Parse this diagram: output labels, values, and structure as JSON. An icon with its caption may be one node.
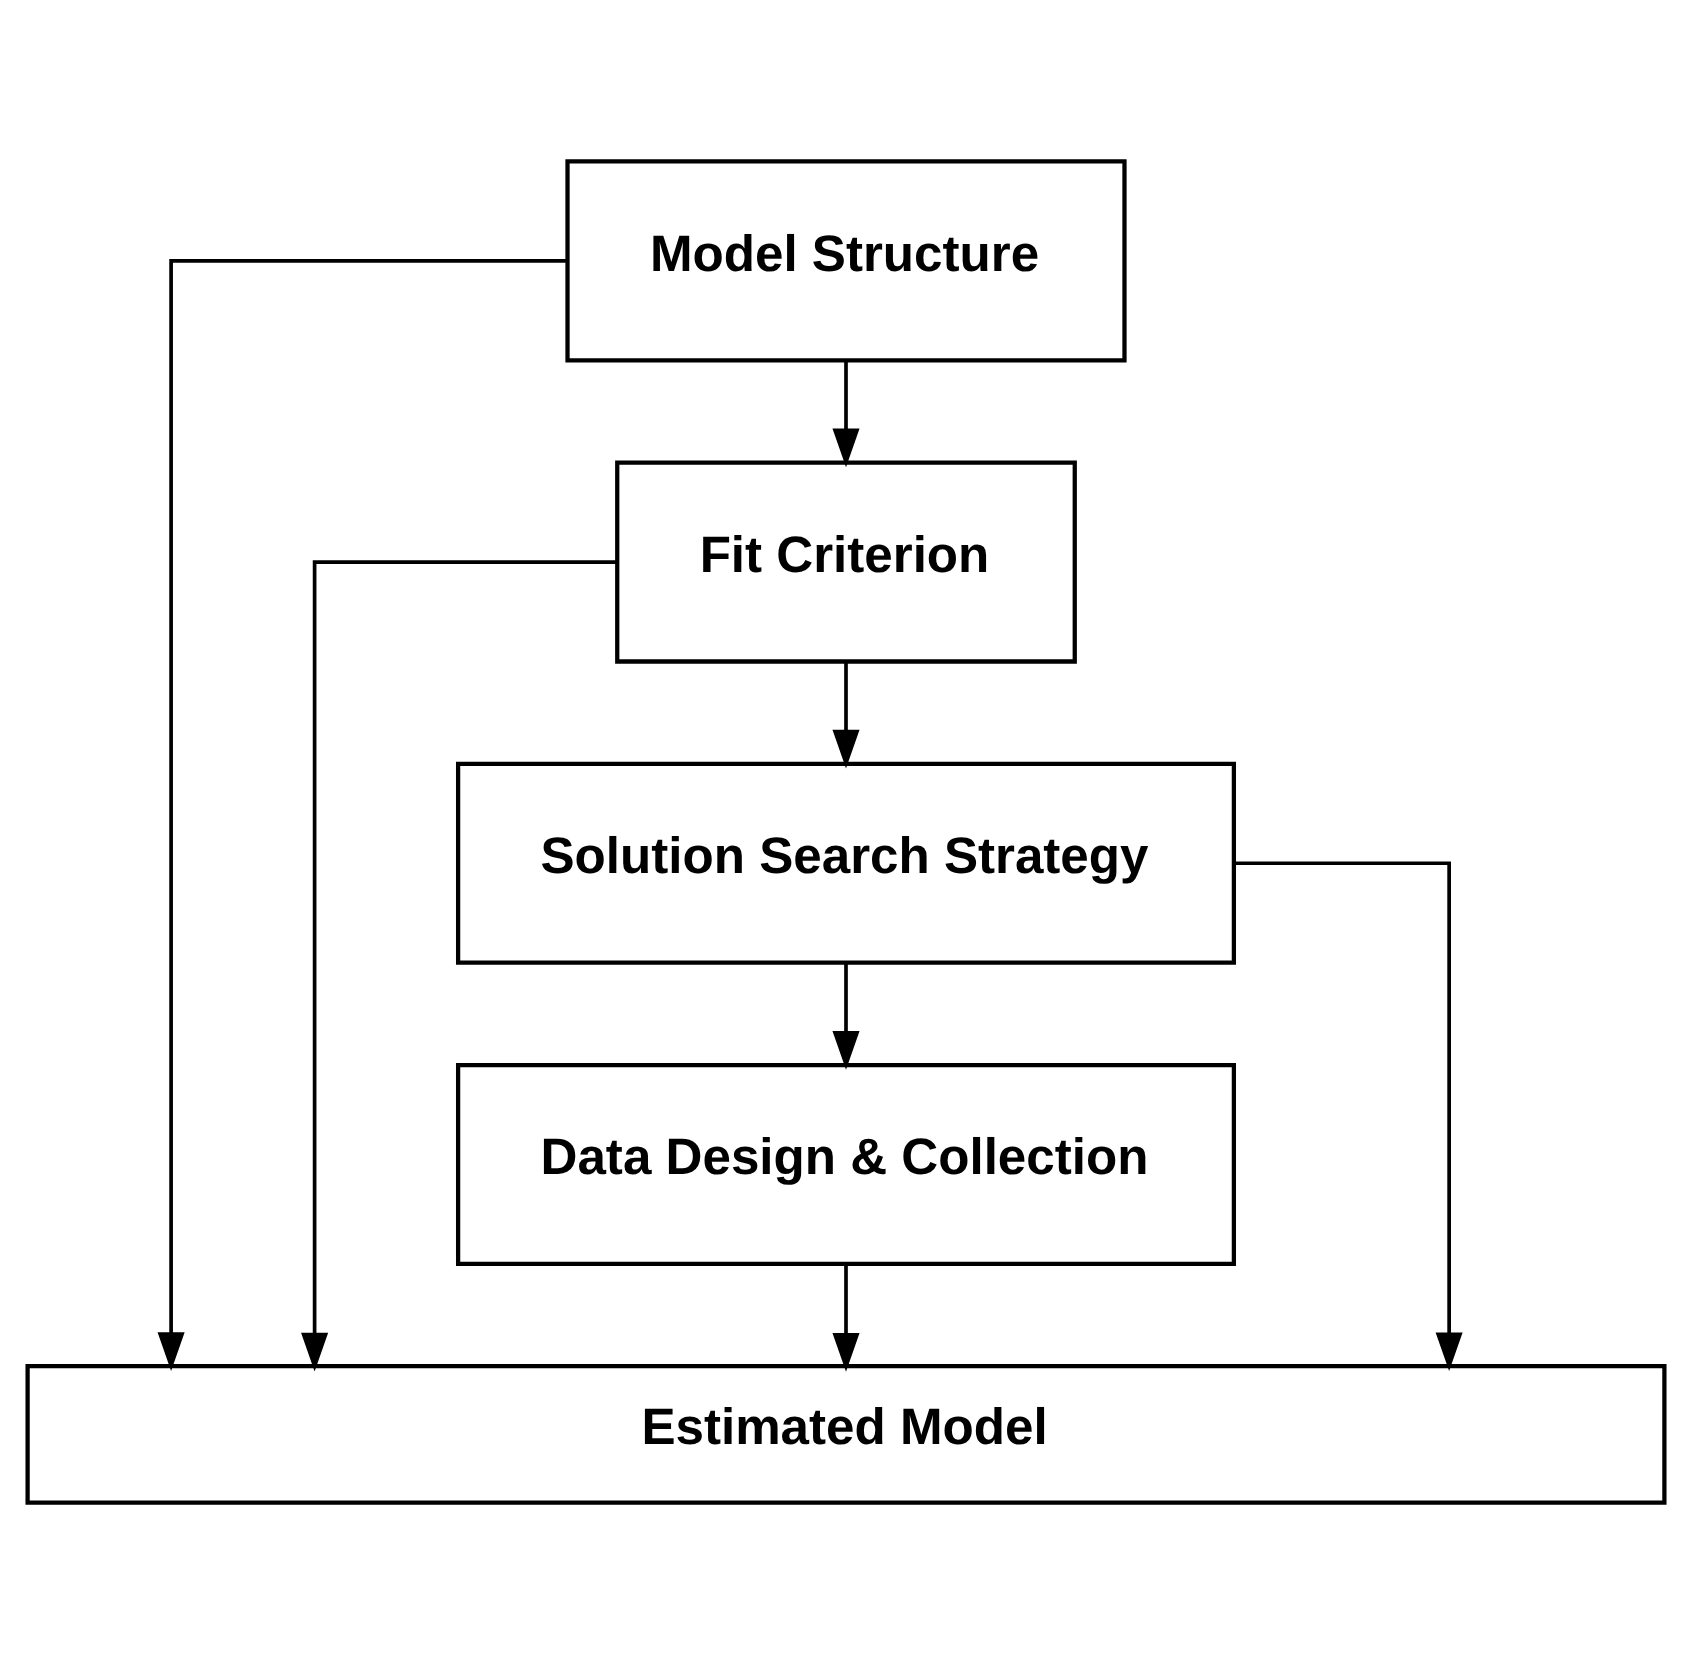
{
  "diagram": {
    "nodes": [
      {
        "text": [
          "Model Structure"
        ]
      },
      {
        "text": [
          "Fit Criterion"
        ]
      },
      {
        "text": [
          "Solution Search Strategy"
        ]
      },
      {
        "text": [
          "Data Design & Collection"
        ]
      },
      {
        "text": [
          "Estimated Model"
        ]
      }
    ],
    "edges": [
      {
        "from": 0,
        "to": 1,
        "arrow": "to"
      },
      {
        "from": 1,
        "to": 2,
        "arrow": "to"
      },
      {
        "from": 2,
        "to": 3,
        "arrow": "to"
      },
      {
        "from": 0,
        "to": 4,
        "arrow": "to"
      },
      {
        "from": 1,
        "to": 4,
        "arrow": "to"
      },
      {
        "from": 2,
        "to": 4,
        "arrow": "to"
      },
      {
        "from": 3,
        "to": 4,
        "arrow": "to"
      }
    ]
  }
}
